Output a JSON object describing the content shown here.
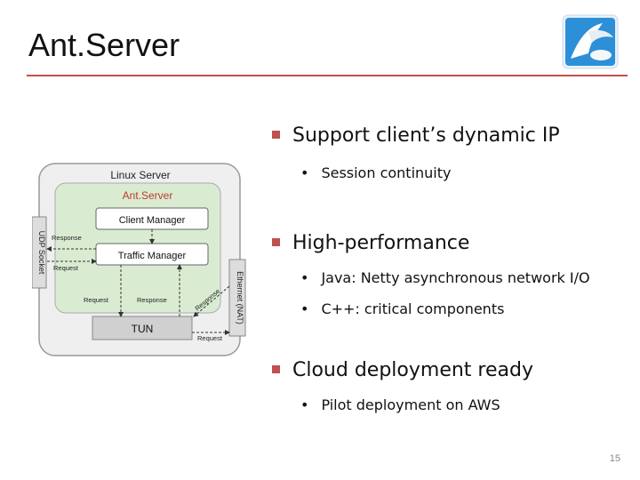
{
  "slide": {
    "title": "Ant.Server",
    "page_number": "15",
    "accent_color": "#c0504d"
  },
  "bullets": [
    {
      "text": "Support client’s dynamic IP",
      "sub": [
        "Session continuity"
      ]
    },
    {
      "text": "High-performance",
      "sub": [
        "Java: Netty asynchronous network I/O",
        "C++: critical components"
      ]
    },
    {
      "text": "Cloud deployment ready",
      "sub": [
        "Pilot deployment on AWS"
      ]
    }
  ],
  "diagram": {
    "linux_server": "Linux Server",
    "ant_server": "Ant.Server",
    "client_manager": "Client Manager",
    "traffic_manager": "Traffic Manager",
    "tun": "TUN",
    "udp_socket": "UDP Socket",
    "ethernet": "Ethernet (NAT)",
    "labels": {
      "response_left": "Response",
      "request_left": "Request",
      "request_bottom_left": "Request",
      "response_bottom": "Response",
      "response_diag": "Response",
      "request_bottom_right": "Request"
    }
  }
}
